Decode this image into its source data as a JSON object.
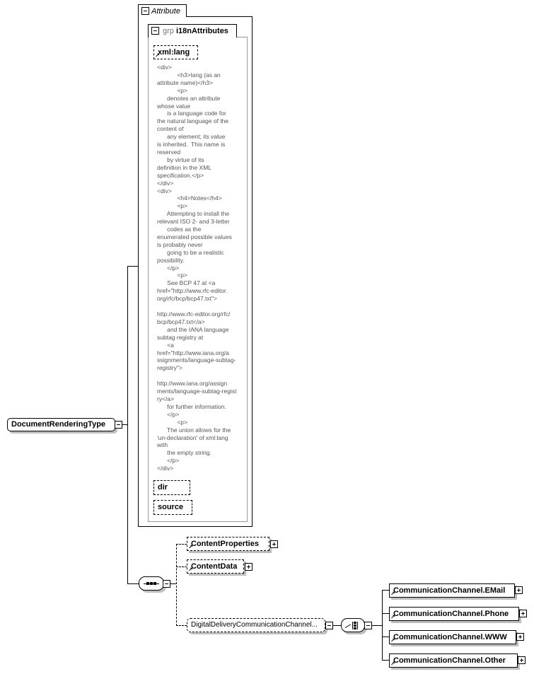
{
  "attribute_group": {
    "title": "Attribute"
  },
  "i18n_group": {
    "prefix": "grp",
    "name": "i18nAttributes"
  },
  "attributes": [
    {
      "name": "xml:lang"
    },
    {
      "name": "dir"
    },
    {
      "name": "source"
    }
  ],
  "documentation_lines": [
    "<div>",
    "            <h3>lang (as an",
    "attribute name)</h3>",
    "            <p>",
    "      denotes an attribute",
    "whose value",
    "      is a language code for",
    "the natural language of the",
    "content of",
    "      any element; its value",
    "is inherited.  This name is",
    "reserved",
    "      by virtue of its",
    "definition in the XML",
    "specification.</p>",
    "</div>",
    "<div>",
    "            <h4>Notes</h4>",
    "            <p>",
    "      Attempting to install the",
    "relevant ISO 2- and 3-letter",
    "      codes as the",
    "enumerated possible values",
    "is probably never",
    "      going to be a realistic",
    "possibility.",
    "      </p>",
    "            <p>",
    "      See BCP 47 at <a",
    "href=\"http://www.rfc-editor.",
    "org/rfc/bcp/bcp47.txt\">",
    "",
    "http://www.rfc-editor.org/rfc/",
    "bcp/bcp47.txt</a>",
    "      and the IANA language",
    "subtag registry at",
    "      <a",
    "href=\"http://www.iana.org/a",
    "ssignments/language-subtag-",
    "registry\">",
    "",
    "http://www.iana.org/assign",
    "ments/language-subtag-regist",
    "ry</a>",
    "      for further information.",
    "      </p>",
    "            <p>",
    "      The union allows for the",
    "'un-declaration' of xml:lang",
    "with",
    "      the empty string.",
    "      </p>",
    "</div>"
  ],
  "root": {
    "name": "DocumentRenderingType"
  },
  "sequence_children": [
    {
      "name": "ContentProperties"
    },
    {
      "name": "ContentData"
    },
    {
      "name": "DigitalDeliveryCommunicationChannel..."
    }
  ],
  "choice_children": [
    {
      "name": "CommunicationChannel.EMail"
    },
    {
      "name": "CommunicationChannel.Phone"
    },
    {
      "name": "CommunicationChannel.WWW"
    },
    {
      "name": "CommunicationChannel.Other"
    }
  ],
  "colors": {
    "shadow": "#bdbdbd",
    "doc_text": "#555555",
    "line": "#000000"
  }
}
